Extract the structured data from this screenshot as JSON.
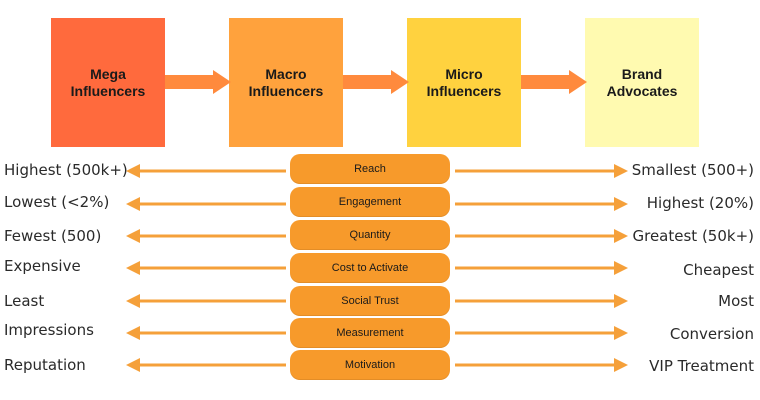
{
  "stages": [
    {
      "label": "Mega\nInfluencers",
      "color": "#ff6a3d"
    },
    {
      "label": "Macro\nInfluencers",
      "color": "#ffa23d"
    },
    {
      "label": "Micro\nInfluencers",
      "color": "#ffd23f"
    },
    {
      "label": "Brand\nAdvocates",
      "color": "#fffab0"
    }
  ],
  "connector_color": "#ff8a3d",
  "arrow_color": "#f5a03a",
  "pill_color": "#f79a2b",
  "rows": [
    {
      "left": "Highest (500k+)",
      "center": "Reach",
      "right": "Smallest (500+)"
    },
    {
      "left": "Lowest (<2%)",
      "center": "Engagement",
      "right": "Highest (20%)"
    },
    {
      "left": "Fewest (500)",
      "center": "Quantity",
      "right": "Greatest (50k+)"
    },
    {
      "left": "Expensive",
      "center": "Cost to Activate",
      "right": "Cheapest"
    },
    {
      "left": "Least",
      "center": "Social Trust",
      "right": "Most"
    },
    {
      "left": "Impressions",
      "center": "Measurement",
      "right": "Conversion"
    },
    {
      "left": "Reputation",
      "center": "Motivation",
      "right": "VIP Treatment"
    }
  ]
}
